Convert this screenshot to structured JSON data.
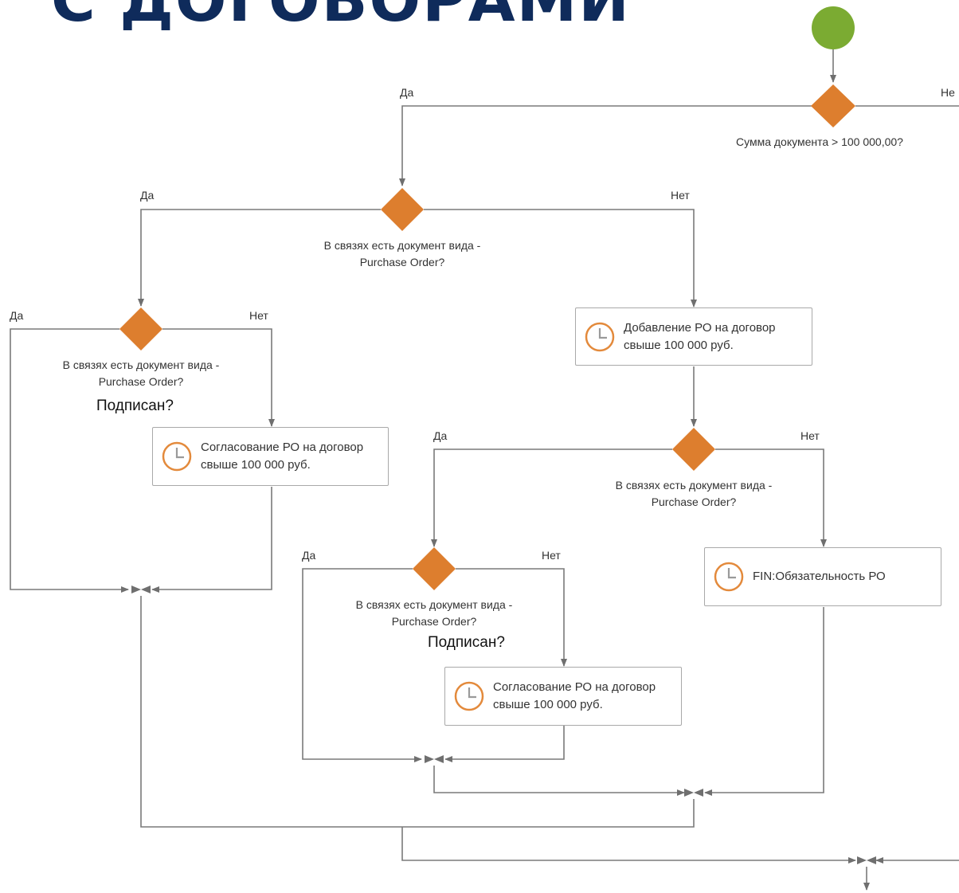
{
  "header": {
    "title": "С ДОГОВОРАМИ"
  },
  "colors": {
    "start": "#7bab32",
    "gateway": "#dd7e2e",
    "line": "#777777",
    "task_border": "#a9a9a9",
    "title": "#0f2b5b"
  },
  "flow": {
    "branch_yes": "Да",
    "branch_no": "Нет",
    "branch_no_cut": "Не",
    "conditions": {
      "sum_check": "Сумма документа > 100 000,00?",
      "links_line1": "В связях есть документ вида -",
      "links_line2": "Purchase Order?",
      "signed": "Подписан?"
    },
    "tasks": {
      "add_po": {
        "line1": "Добавление РО на договор",
        "line2": "свыше 100 000 руб."
      },
      "approve_po": {
        "line1": "Согласование РО на договор",
        "line2": "свыше 100 000 руб."
      },
      "fin_po": {
        "line1": "FIN:Обязательность РО"
      }
    },
    "task_icon": "clock-icon"
  }
}
